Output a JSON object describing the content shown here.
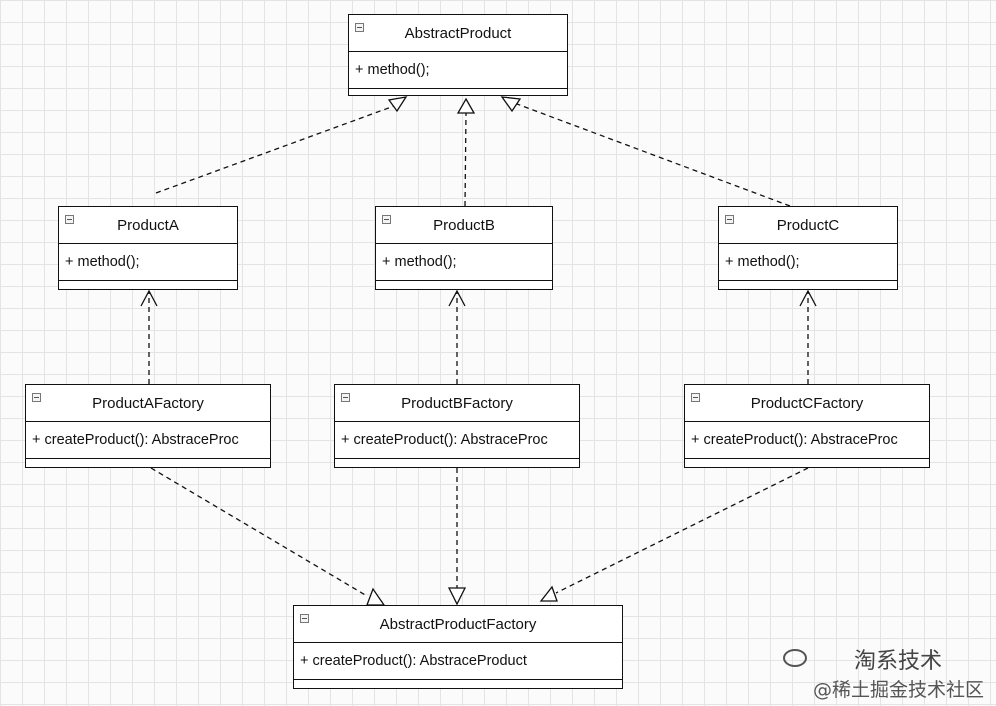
{
  "classes": {
    "abstract_product": {
      "name": "AbstractProduct",
      "method": "+ method();"
    },
    "product_a": {
      "name": "ProductA",
      "method": "+ method();"
    },
    "product_b": {
      "name": "ProductB",
      "method": "+ method();"
    },
    "product_c": {
      "name": "ProductC",
      "method": "+ method();"
    },
    "product_a_factory": {
      "name": "ProductAFactory",
      "method": "+ createProduct(): AbstraceProc"
    },
    "product_b_factory": {
      "name": "ProductBFactory",
      "method": "+ createProduct(): AbstraceProc"
    },
    "product_c_factory": {
      "name": "ProductCFactory",
      "method": "+ createProduct(): AbstraceProc"
    },
    "abstract_product_factory": {
      "name": "AbstractProductFactory",
      "method": "+ createProduct(): AbstraceProduct"
    }
  },
  "watermark": {
    "line1": "淘系技术",
    "line2": "@稀土掘金技术社区"
  },
  "colors": {
    "line": "#111111",
    "grid": "#e4e4e4",
    "background": "#fbfbfb"
  }
}
